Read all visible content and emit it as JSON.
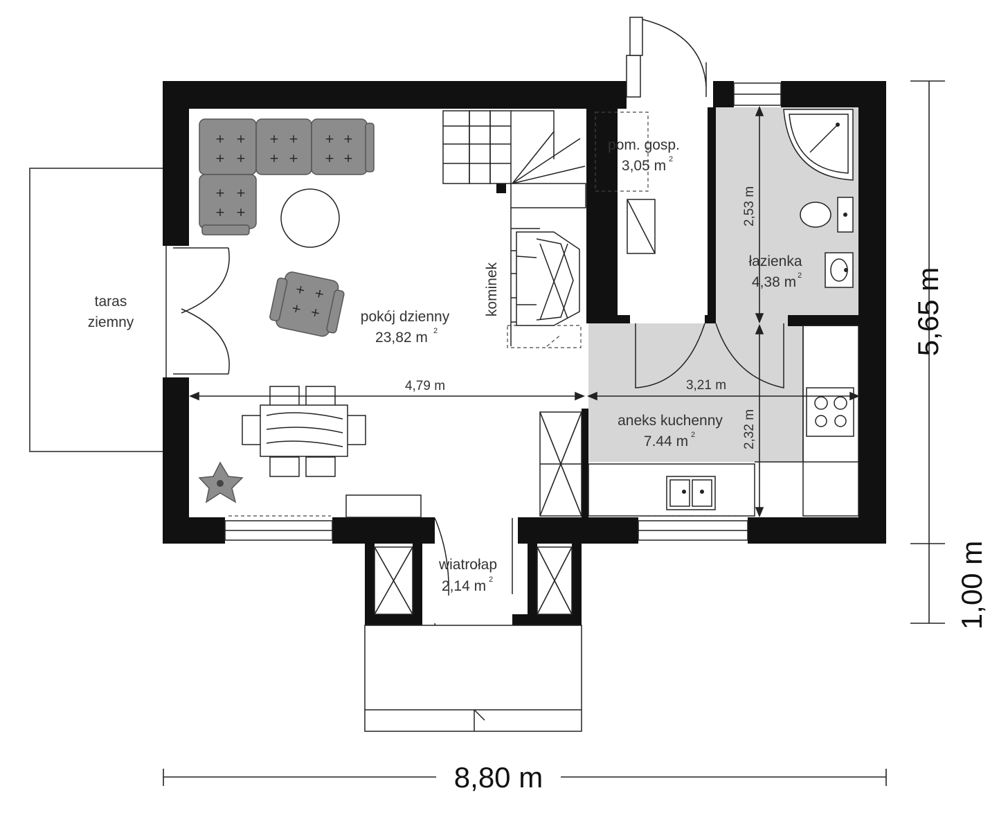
{
  "rooms": {
    "living": {
      "name": "pokój dzienny",
      "area": "23,82 m",
      "sup": "2"
    },
    "utility": {
      "name": "pom. gosp.",
      "area": "3,05 m",
      "sup": "2"
    },
    "bathroom": {
      "name": "łazienka",
      "area": "4,38 m",
      "sup": "2"
    },
    "kitchen": {
      "name": "aneks kuchenny",
      "area": "7.44 m",
      "sup": "2"
    },
    "vestibule": {
      "name": "wiatrołap",
      "area": "2,14 m",
      "sup": "2"
    },
    "terrace": {
      "line1": "taras",
      "line2": "ziemny"
    },
    "fireplace": {
      "name": "kominek"
    }
  },
  "dimensions": {
    "living_width": "4,79 m",
    "kitchen_width": "3,21 m",
    "bath_height": "2,53 m",
    "kitchen_height": "2,32 m",
    "total_height": "5,65 m",
    "entry_depth": "1,00 m",
    "total_width": "8,80 m"
  },
  "colors": {
    "wall": "#111111",
    "tile_floor": "#d6d6d6",
    "furniture": "#8c8c8c"
  }
}
